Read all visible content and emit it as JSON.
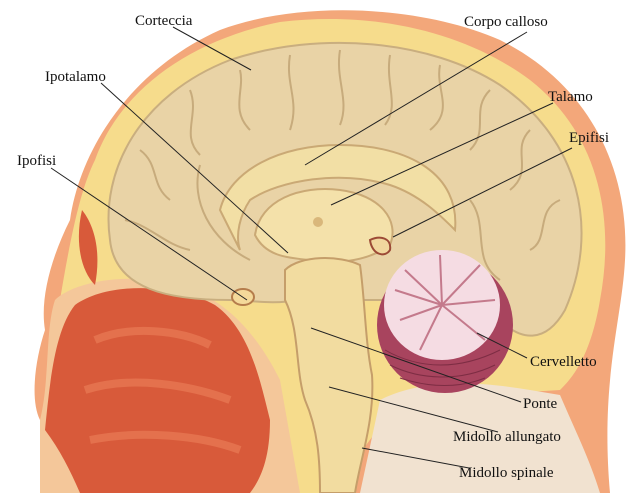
{
  "labels": {
    "corteccia": "Corteccia",
    "corpo_calloso": "Corpo calloso",
    "ipotalamo": "Ipotalamo",
    "talamo": "Talamo",
    "epifisi": "Epifisi",
    "ipofisi": "Ipofisi",
    "cervelletto": "Cervelletto",
    "ponte": "Ponte",
    "midollo_allungato": "Midollo allungato",
    "midollo_spinale": "Midollo spinale"
  },
  "colors": {
    "skin": "#f3a77a",
    "bone": "#f6dc8c",
    "brain": "#e9d3a6",
    "brain_inner": "#f2dfa5",
    "cerebellum": "#a8445e",
    "nasal": "#d85a3a"
  }
}
